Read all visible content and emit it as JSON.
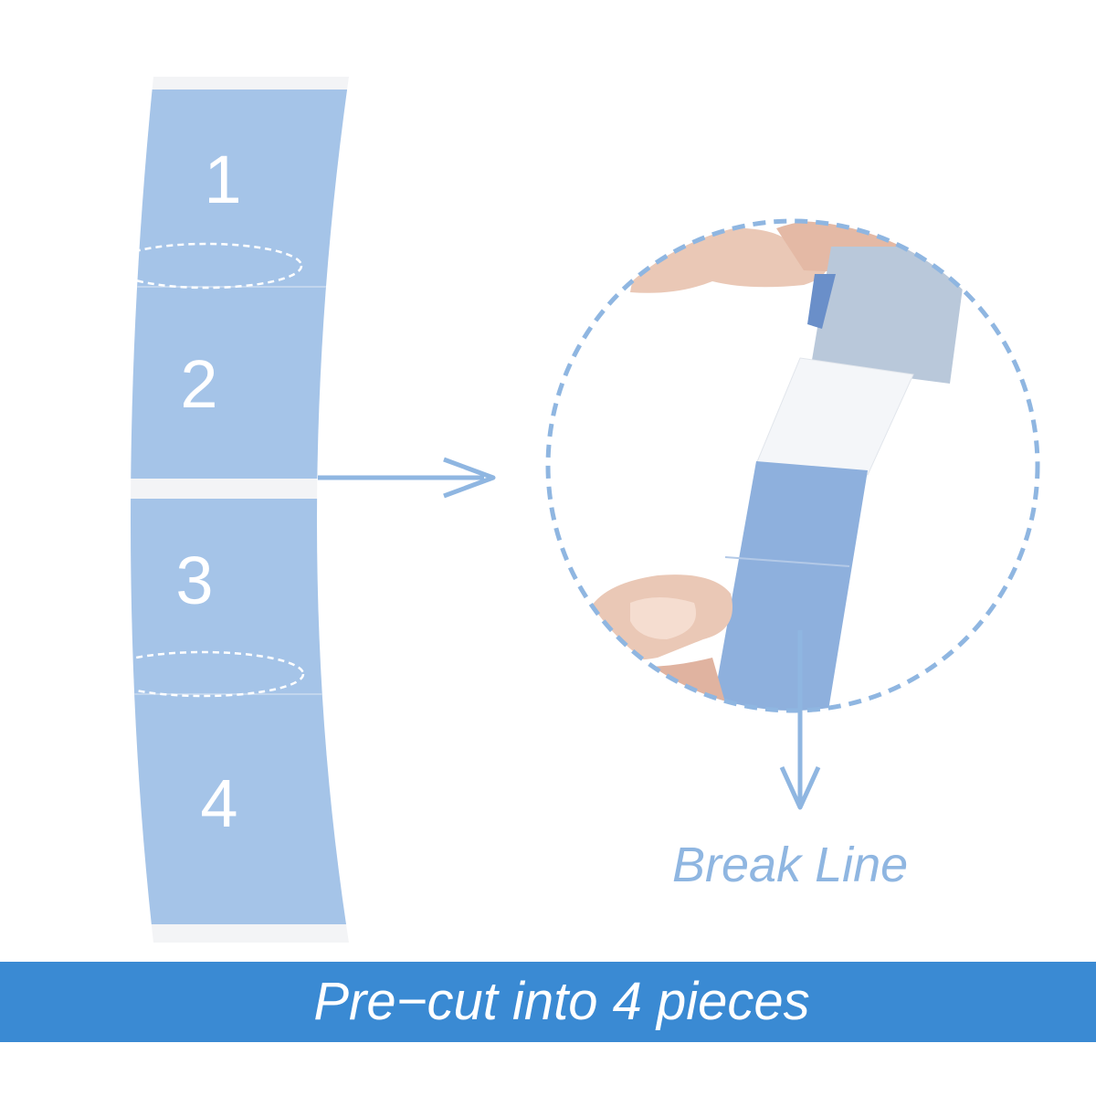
{
  "strip": {
    "pieces": [
      "1",
      "2",
      "3",
      "4"
    ]
  },
  "callout": {
    "label": "Break Line"
  },
  "banner": {
    "text": "Pre−cut into 4 pieces"
  },
  "colors": {
    "tape_blue": "#a5c4e8",
    "accent_blue": "#3a8ad3",
    "arrow_blue": "#8fb6e1",
    "backing_white": "#f3f4f6"
  },
  "icons": {
    "pointer_arrow": "arrow-right-icon",
    "break_arrow": "arrow-down-icon"
  }
}
